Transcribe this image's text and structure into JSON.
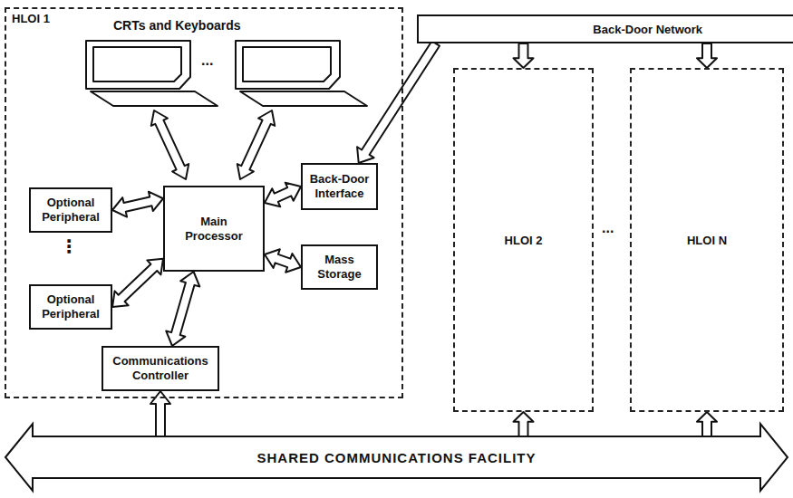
{
  "diagram": {
    "nodes": [
      {
        "text": [
          "HLOI 1"
        ]
      },
      {
        "text": [
          "Optional Peripheral"
        ],
        "in": 0
      },
      {
        "text": [
          "Optional Peripheral"
        ],
        "in": 0
      },
      {
        "text": [
          "Main Processor"
        ],
        "in": 0
      },
      {
        "text": [
          "Back-Door Interface"
        ],
        "in": 0
      },
      {
        "text": [
          "Mass Storage"
        ],
        "in": 0
      },
      {
        "text": [
          "Communications Controller"
        ],
        "in": 0
      },
      {
        "text": [
          "HLOI 2"
        ]
      },
      {
        "text": [
          "HLOI N"
        ]
      },
      {
        "text": [
          "Back-Door Network"
        ]
      },
      {
        "text": [
          "SHARED COMMUNICATIONS FACILITY"
        ]
      }
    ],
    "edges": [
      {
        "from": 3,
        "to": 1,
        "arrow": "both"
      },
      {
        "from": 3,
        "to": 2,
        "arrow": "both"
      },
      {
        "from": 3,
        "to": 4,
        "arrow": "both"
      },
      {
        "from": 3,
        "to": 5,
        "arrow": "both"
      },
      {
        "from": 3,
        "to": 6,
        "arrow": "both"
      },
      {
        "from": 9,
        "to": 4,
        "arrow": "to"
      },
      {
        "from": 9,
        "to": 7,
        "arrow": "to"
      },
      {
        "from": 9,
        "to": 8,
        "arrow": "to"
      },
      {
        "from": 10,
        "to": 6,
        "arrow": "to"
      },
      {
        "from": 10,
        "to": 7,
        "arrow": "to"
      },
      {
        "from": 10,
        "to": 8,
        "arrow": "to"
      }
    ],
    "labels": [
      "CRTs and Keyboards",
      "...",
      "⋮",
      "..."
    ]
  }
}
